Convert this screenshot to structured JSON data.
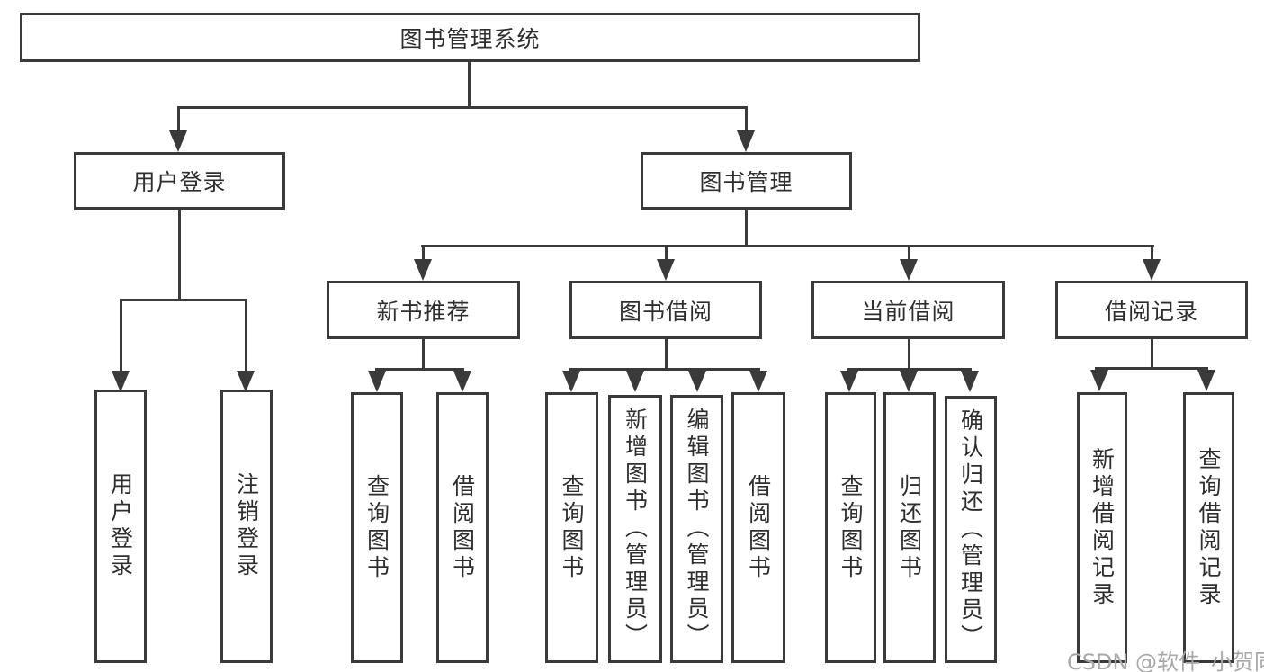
{
  "diagram": {
    "title": "图书管理系统",
    "level2": [
      {
        "label": "用户登录"
      },
      {
        "label": "图书管理"
      }
    ],
    "level3": [
      {
        "label": "新书推荐"
      },
      {
        "label": "图书借阅"
      },
      {
        "label": "当前借阅"
      },
      {
        "label": "借阅记录"
      }
    ],
    "leaves": {
      "user_login": [
        "用户登录",
        "注销登录"
      ],
      "new_book_recommend": [
        "查询图书",
        "借阅图书"
      ],
      "book_borrowing": [
        "查询图书",
        "新增图书（管理员）",
        "编辑图书（管理员）",
        "借阅图书"
      ],
      "current_borrowing": [
        "查询图书",
        "归还图书",
        "确认归还（管理员）"
      ],
      "borrowing_records": [
        "新增借阅记录",
        "查询借阅记录"
      ]
    },
    "watermark": "CSDN @软件_小贺同学",
    "colors": {
      "line": "#3a3a3a",
      "text": "#2e2e2e",
      "watermark": "#a8a8a8",
      "background": "#ffffff"
    }
  }
}
